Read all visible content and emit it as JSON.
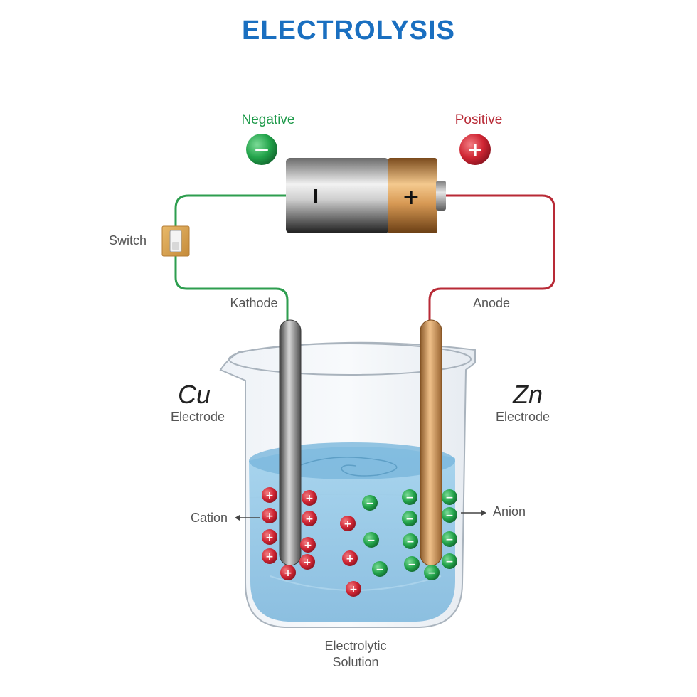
{
  "title": "ELECTROLYSIS",
  "battery": {
    "negative_label": "Negative",
    "positive_label": "Positive",
    "negative_sign": "−",
    "positive_sign": "+",
    "body_negative_mark": "I",
    "body_positive_mark": "+"
  },
  "switch_label": "Switch",
  "kathode_label": "Kathode",
  "anode_label": "Anode",
  "cu": {
    "symbol": "Cu",
    "label": "Electrode"
  },
  "zn": {
    "symbol": "Zn",
    "label": "Electrode"
  },
  "cation_label": "Cation",
  "anion_label": "Anion",
  "solution_label_line1": "Electrolytic",
  "solution_label_line2": "Solution",
  "ion_plus_sign": "+",
  "ion_minus_sign": "−",
  "colors": {
    "title": "#1a6fc0",
    "negative": "#1e9a4a",
    "positive": "#c0262f",
    "wire_negative": "#2e9e4f",
    "wire_positive": "#b82a36",
    "cathode": "#6e6e6e",
    "anode": "#c9874a",
    "solution": "#8fc6e4"
  },
  "icons": [
    "negative-terminal-icon",
    "positive-terminal-icon",
    "battery-icon",
    "switch-icon",
    "beaker-icon",
    "cation-icon",
    "anion-icon",
    "arrow-left-icon",
    "arrow-right-icon"
  ]
}
